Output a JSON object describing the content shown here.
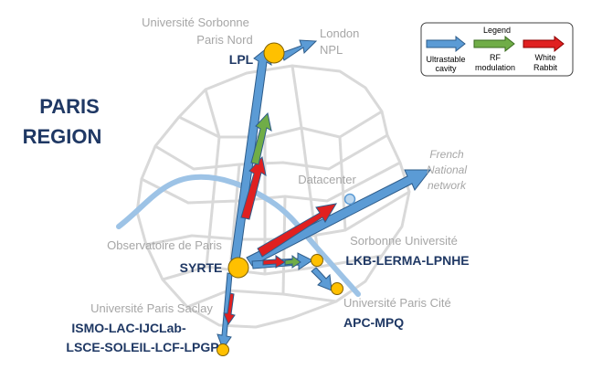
{
  "region_title_line1": "PARIS",
  "region_title_line2": "REGION",
  "labels": {
    "sorbonne_paris_nord_1": "Université Sorbonne",
    "sorbonne_paris_nord_2": "Paris Nord",
    "lpl": "LPL",
    "london_1": "London",
    "london_2": "NPL",
    "datacenter": "Datacenter",
    "french_1": "French",
    "french_2": "National",
    "french_3": "network",
    "observatoire": "Observatoire de Paris",
    "syrte": "SYRTE",
    "sorbonne_univ": "Sorbonne Université",
    "lkb": "LKB-LERMA-LPNHE",
    "paris_cite": "Université  Paris Cité",
    "apc": "APC-MPQ",
    "saclay": "Université Paris Saclay",
    "ismo_1": "ISMO-LAC-IJCLab-",
    "ismo_2": "LSCE-SOLEIL-LCF-LPGP"
  },
  "legend": {
    "title": "Legend",
    "items": [
      {
        "label_1": "Ultrastable",
        "label_2": "cavity",
        "color": "#5b9bd5"
      },
      {
        "label_1": "RF",
        "label_2": "modulation",
        "color": "#70ad47"
      },
      {
        "label_1": "White",
        "label_2": "Rabbit",
        "color": "#e02020"
      }
    ]
  },
  "colors": {
    "ultrastable": "#5b9bd5",
    "rf": "#70ad47",
    "white_rabbit": "#e02020",
    "node": "#ffc000",
    "title": "#1f3864"
  }
}
